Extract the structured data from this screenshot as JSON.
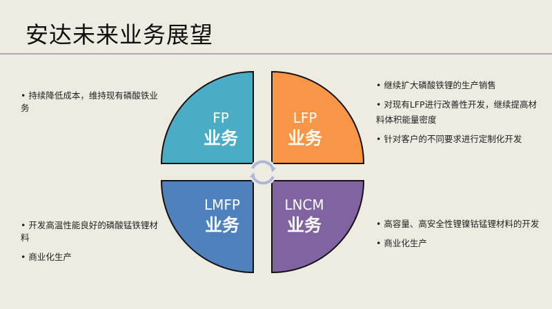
{
  "title": "安达未来业务展望",
  "colors": {
    "fp": "#4bacc6",
    "lfp": "#f79646",
    "lmfp": "#4f81bd",
    "lncm": "#8064a2",
    "background": "#eeebe1"
  },
  "quadrants": [
    {
      "en": "FP",
      "cn": "业务"
    },
    {
      "en": "LFP",
      "cn": "业务"
    },
    {
      "en": "LMFP",
      "cn": "业务"
    },
    {
      "en": "LNCM",
      "cn": "业务"
    }
  ],
  "center_icon": "cycle-arrows-icon",
  "notes": {
    "top_left": [
      "•   持续降低成本，维持现有磷酸铁业务"
    ],
    "top_right": [
      "•   继续扩大磷酸铁锂的生产销售",
      "•   对现有LFP进行改善性开发，继续提高材料体积能量密度",
      "•   针对客户的不同要求进行定制化开发"
    ],
    "bottom_left": [
      "•   开发高温性能良好的磷酸锰铁锂材料",
      "•     商业化生产"
    ],
    "bottom_right": [
      "•   高容量、高安全性锂镍钴锰锂材料的开发",
      "•     商业化生产"
    ]
  }
}
